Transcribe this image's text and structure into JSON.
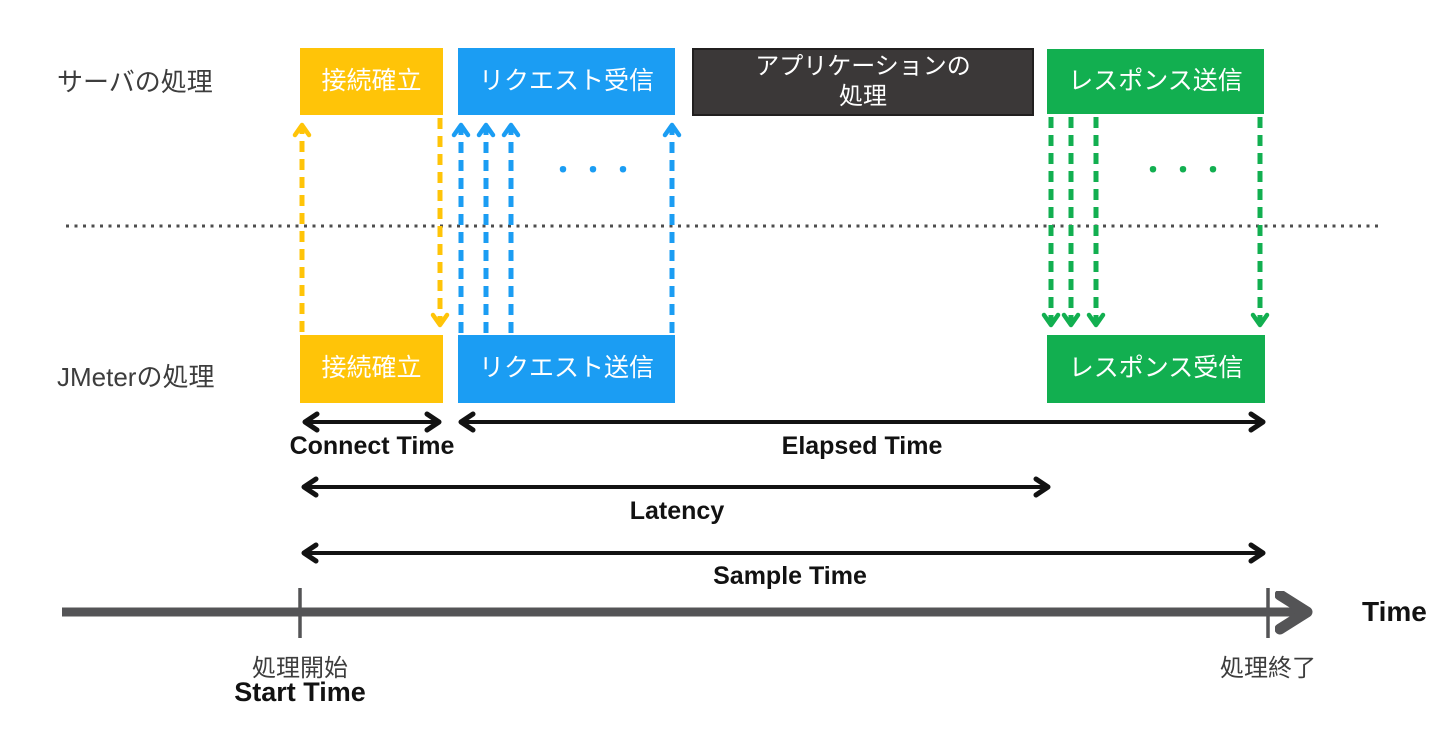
{
  "rows": {
    "server": "サーバの処理",
    "jmeter": "JMeterの処理"
  },
  "boxes": {
    "server_connect": "接続確立",
    "server_request": "リクエスト受信",
    "server_app": "アプリケーションの\n処理",
    "server_response": "レスポンス送信",
    "jmeter_connect": "接続確立",
    "jmeter_request": "リクエスト送信",
    "jmeter_response": "レスポンス受信"
  },
  "ellipsis": {
    "request": "・・・",
    "response": "・・・"
  },
  "metrics": {
    "connect_time": "Connect Time",
    "elapsed_time": "Elapsed Time",
    "latency": "Latency",
    "sample_time": "Sample Time"
  },
  "timeline": {
    "axis_label": "Time",
    "start_label_jp": "処理開始",
    "start_label_en": "Start Time",
    "end_label_jp": "処理終了"
  },
  "colors": {
    "yellow": "#FFC408",
    "blue": "#1B9DF3",
    "green": "#12AF50",
    "dark_fill": "#3B3838",
    "dark_border": "#211F1F",
    "axis": "#545456",
    "separator": "#4D4D4D",
    "label_gray": "#3D3D3D",
    "black": "#121212",
    "box_text": "#FFFFFF"
  }
}
